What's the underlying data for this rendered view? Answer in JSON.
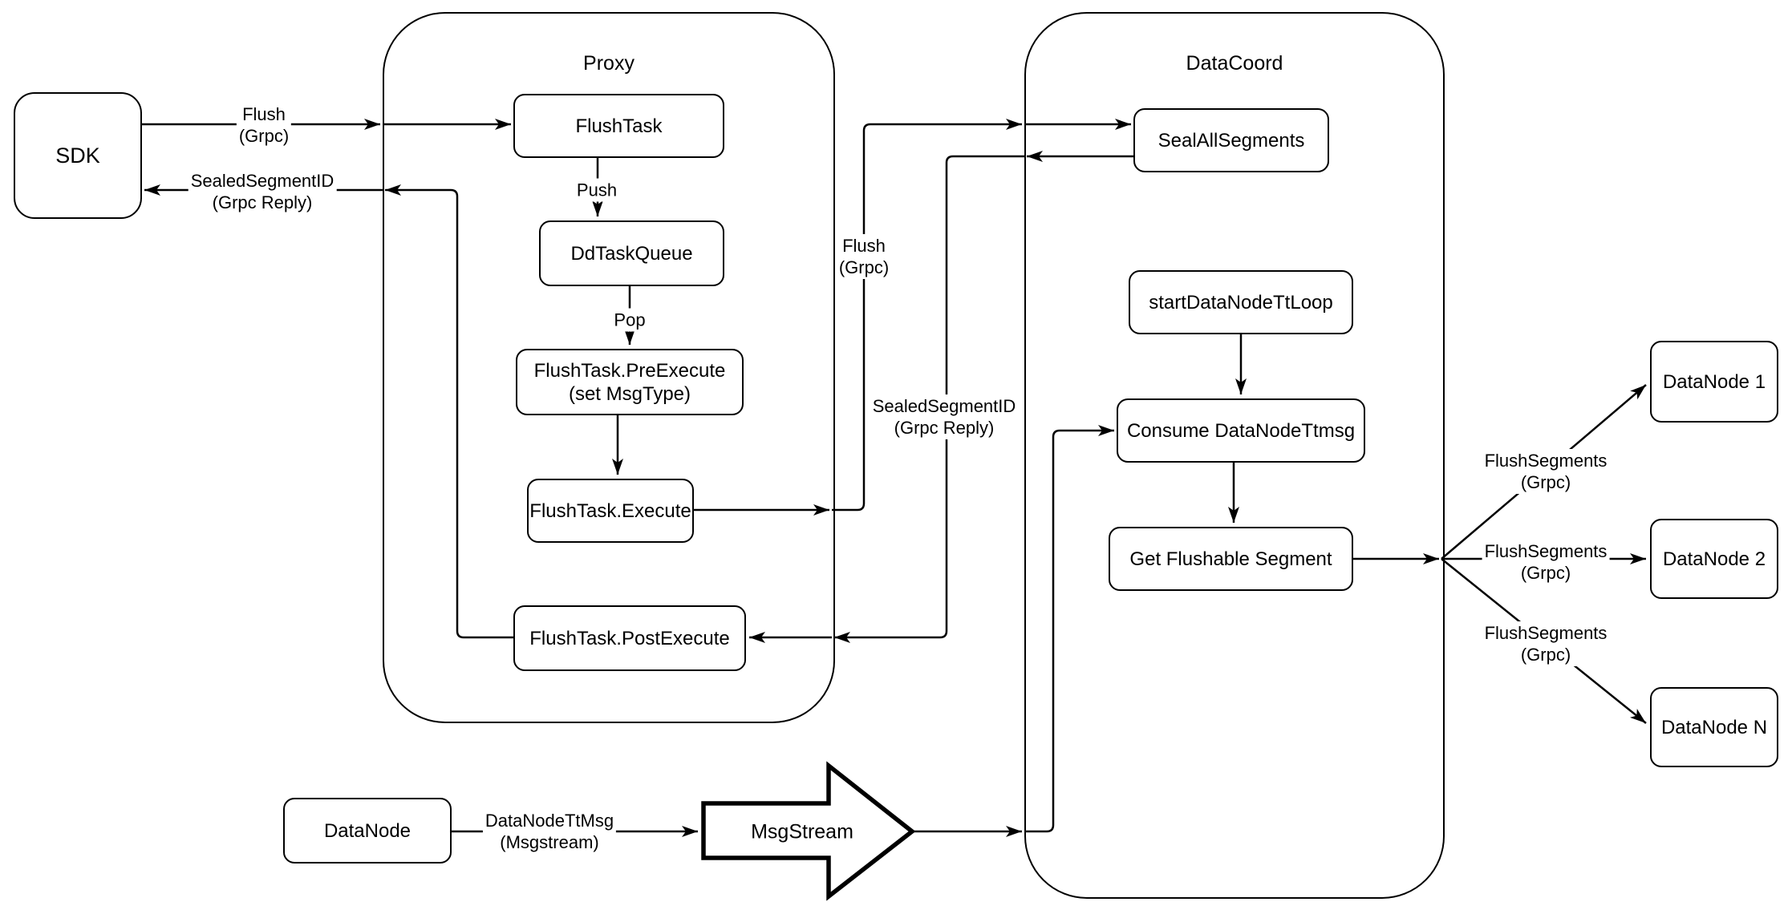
{
  "diagram": {
    "colors": {
      "stroke": "#000000",
      "background": "#ffffff"
    },
    "containers": {
      "proxy": {
        "title": "Proxy"
      },
      "datacoord": {
        "title": "DataCoord"
      }
    },
    "nodes": {
      "sdk": {
        "label": "SDK"
      },
      "flush_task": {
        "label": "FlushTask"
      },
      "dd_task_queue": {
        "label": "DdTaskQueue"
      },
      "pre_execute": {
        "label_line1": "FlushTask.PreExecute",
        "label_line2": "(set MsgType)"
      },
      "execute": {
        "label": "FlushTask.Execute"
      },
      "post_execute": {
        "label": "FlushTask.PostExecute"
      },
      "seal_all_segments": {
        "label": "SealAllSegments"
      },
      "start_tt_loop": {
        "label": "startDataNodeTtLoop"
      },
      "consume_ttmsg": {
        "label": "Consume DataNodeTtmsg"
      },
      "get_flushable": {
        "label": "Get Flushable Segment"
      },
      "datanode_1": {
        "label": "DataNode 1"
      },
      "datanode_2": {
        "label": "DataNode 2"
      },
      "datanode_n": {
        "label": "DataNode N"
      },
      "datanode_source": {
        "label": "DataNode"
      },
      "msgstream": {
        "label": "MsgStream"
      }
    },
    "edge_labels": {
      "flush_sdk": {
        "line1": "Flush",
        "line2": "(Grpc)"
      },
      "sealed_sdk": {
        "line1": "SealedSegmentID",
        "line2": "(Grpc Reply)"
      },
      "push": {
        "line1": "Push"
      },
      "pop": {
        "line1": "Pop"
      },
      "flush_mid": {
        "line1": "Flush",
        "line2": "(Grpc)"
      },
      "sealed_mid": {
        "line1": "SealedSegmentID",
        "line2": "(Grpc Reply)"
      },
      "flush_segments_1": {
        "line1": "FlushSegments",
        "line2": "(Grpc)"
      },
      "flush_segments_2": {
        "line1": "FlushSegments",
        "line2": "(Grpc)"
      },
      "flush_segments_n": {
        "line1": "FlushSegments",
        "line2": "(Grpc)"
      },
      "datanode_ttmsg": {
        "line1": "DataNodeTtMsg",
        "line2": "(Msgstream)"
      }
    }
  }
}
